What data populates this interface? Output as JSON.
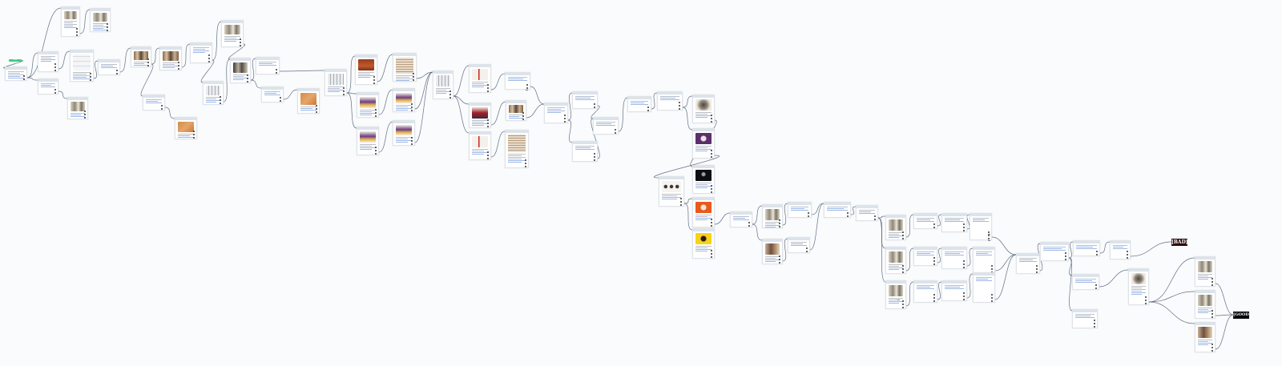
{
  "app": {
    "start_label": "Start",
    "end_bad_label": "[BAD]",
    "end_good_label": "[GOOD]"
  },
  "theme": {
    "canvas_bg": "#f9fbfc",
    "node_header": "#dbe3ec",
    "wire_color": "#4a5872",
    "start_color": "#3ccf7a"
  },
  "nodes": [
    {
      "id": "n1",
      "thumb": "none",
      "lines": 5
    },
    {
      "id": "n2",
      "thumb": "portrait-gray",
      "lines": 5
    },
    {
      "id": "n3",
      "thumb": "portrait-gray",
      "lines": 5
    },
    {
      "id": "n4",
      "thumb": "none",
      "lines": 4
    },
    {
      "id": "n5",
      "thumb": "diagram-white",
      "lines": 5
    },
    {
      "id": "n6",
      "thumb": "portrait-gray",
      "lines": 3
    },
    {
      "id": "n7",
      "thumb": "none",
      "lines": 3
    },
    {
      "id": "n8",
      "thumb": "photo-brown",
      "lines": 3
    },
    {
      "id": "n9",
      "thumb": "none",
      "lines": 3
    },
    {
      "id": "n10",
      "thumb": "photo-brown",
      "lines": 4
    },
    {
      "id": "n11",
      "thumb": "none",
      "lines": 4
    },
    {
      "id": "n12",
      "thumb": "portrait-gray",
      "lines": 4
    },
    {
      "id": "n13",
      "thumb": "grid-gray",
      "lines": 4
    },
    {
      "id": "n14",
      "thumb": "texture-orange",
      "lines": 3
    },
    {
      "id": "n15",
      "thumb": "photo-dark",
      "lines": 4
    },
    {
      "id": "n16",
      "thumb": "none",
      "lines": 3
    },
    {
      "id": "n17",
      "thumb": "none",
      "lines": 3
    },
    {
      "id": "n18",
      "thumb": "texture-orange",
      "lines": 3
    },
    {
      "id": "n19",
      "thumb": "none",
      "lines": 3
    },
    {
      "id": "n20",
      "thumb": "grid-gray",
      "lines": 4
    },
    {
      "id": "n21",
      "thumb": "box-red",
      "lines": 4
    },
    {
      "id": "n22",
      "thumb": "room-purple",
      "lines": 4
    },
    {
      "id": "n23",
      "thumb": "room-purple",
      "lines": 4
    },
    {
      "id": "n24",
      "thumb": "text-beige",
      "lines": 5
    },
    {
      "id": "n25",
      "thumb": "room-purple",
      "lines": 4
    },
    {
      "id": "n26",
      "thumb": "room-purple",
      "lines": 4
    },
    {
      "id": "n27",
      "thumb": "grid-gray",
      "lines": 4
    },
    {
      "id": "n28",
      "thumb": "flag-red",
      "lines": 4
    },
    {
      "id": "n29",
      "thumb": "room-red",
      "lines": 4
    },
    {
      "id": "n30",
      "thumb": "flag-red",
      "lines": 4
    },
    {
      "id": "n31",
      "thumb": "none",
      "lines": 3
    },
    {
      "id": "n32",
      "thumb": "photo-brown",
      "lines": 3
    },
    {
      "id": "n33",
      "thumb": "text-beige",
      "lines": 6
    },
    {
      "id": "n34",
      "thumb": "none",
      "lines": 4
    },
    {
      "id": "n35",
      "thumb": "none",
      "lines": 3
    },
    {
      "id": "n36",
      "thumb": "none",
      "lines": 3
    },
    {
      "id": "n37",
      "thumb": "none",
      "lines": 3
    },
    {
      "id": "n38",
      "thumb": "avatar-dots",
      "lines": 4
    },
    {
      "id": "n39",
      "thumb": "none",
      "lines": 3
    },
    {
      "id": "n40",
      "thumb": "portrait-round",
      "lines": 4
    },
    {
      "id": "n41",
      "thumb": "purple-face",
      "lines": 4
    },
    {
      "id": "n42",
      "thumb": "dark-figure",
      "lines": 4
    },
    {
      "id": "n43",
      "thumb": "orange-sign",
      "lines": 4
    },
    {
      "id": "n44",
      "thumb": "yellow-face",
      "lines": 4
    },
    {
      "id": "n45",
      "thumb": "none",
      "lines": 3
    },
    {
      "id": "n46",
      "thumb": "portrait-gray",
      "lines": 4
    },
    {
      "id": "n47",
      "thumb": "portrait-brown",
      "lines": 4
    },
    {
      "id": "n48",
      "thumb": "none",
      "lines": 3
    },
    {
      "id": "n49",
      "thumb": "none",
      "lines": 3
    },
    {
      "id": "n50",
      "thumb": "none",
      "lines": 3
    },
    {
      "id": "n51",
      "thumb": "none",
      "lines": 3
    },
    {
      "id": "n52",
      "thumb": "portrait-gray",
      "lines": 4
    },
    {
      "id": "n53",
      "thumb": "portrait-gray",
      "lines": 4
    },
    {
      "id": "n54",
      "thumb": "portrait-gray",
      "lines": 4
    },
    {
      "id": "n55",
      "thumb": "none",
      "lines": 3
    },
    {
      "id": "n56",
      "thumb": "none",
      "lines": 3
    },
    {
      "id": "n57",
      "thumb": "none",
      "lines": 3
    },
    {
      "id": "n58",
      "thumb": "none",
      "lines": 3
    },
    {
      "id": "n59",
      "thumb": "none",
      "lines": 3
    },
    {
      "id": "n60",
      "thumb": "none",
      "lines": 3
    },
    {
      "id": "n61",
      "thumb": "none",
      "lines": 3
    },
    {
      "id": "n62",
      "thumb": "none",
      "lines": 3
    },
    {
      "id": "n63",
      "thumb": "none",
      "lines": 3
    },
    {
      "id": "n64",
      "thumb": "none",
      "lines": 3
    },
    {
      "id": "n65",
      "thumb": "none",
      "lines": 3
    },
    {
      "id": "n66",
      "thumb": "none",
      "lines": 3
    },
    {
      "id": "n67",
      "thumb": "none",
      "lines": 3
    },
    {
      "id": "n68",
      "thumb": "none",
      "lines": 3
    },
    {
      "id": "n69",
      "thumb": "none",
      "lines": 3
    },
    {
      "id": "n70",
      "thumb": "none",
      "lines": 3
    },
    {
      "id": "n71",
      "thumb": "portrait-round",
      "lines": 6
    },
    {
      "id": "n72",
      "thumb": "portrait-gray",
      "lines": 4
    },
    {
      "id": "n73",
      "thumb": "portrait-gray",
      "lines": 4
    },
    {
      "id": "n74",
      "thumb": "portrait-brown",
      "lines": 4
    }
  ]
}
